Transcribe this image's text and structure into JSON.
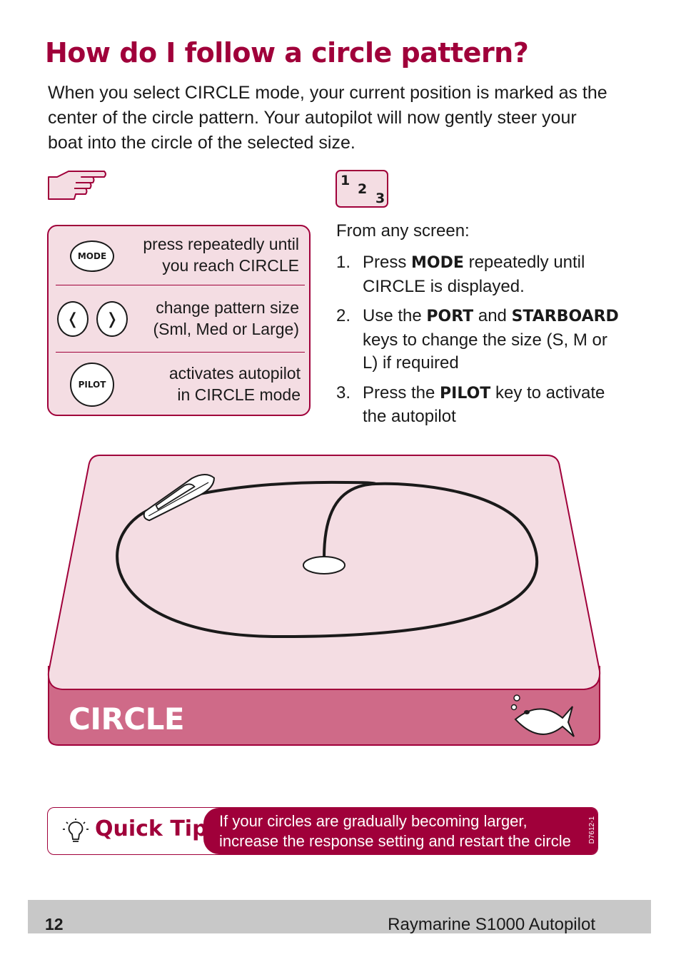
{
  "page": {
    "title": "How do I follow a circle pattern?",
    "intro": "When you select CIRCLE mode, your current position is marked as the center of the circle pattern. Your autopilot will now gently steer your boat into the circle of the selected size."
  },
  "icons": {
    "hand": "pointing-hand-icon",
    "steps": "numbered-steps-icon"
  },
  "steps_icon_digits": [
    "1",
    "2",
    "3"
  ],
  "key_panel": {
    "rows": [
      {
        "key": "MODE",
        "desc_line1": "press repeatedly until",
        "desc_line2": "you reach CIRCLE"
      },
      {
        "key_left": "❬",
        "key_right": "❭",
        "desc_line1": "change pattern size",
        "desc_line2": "(Sml, Med or Large)"
      },
      {
        "key": "PILOT",
        "desc_line1": "activates autopilot",
        "desc_line2": "in CIRCLE mode"
      }
    ]
  },
  "instructions": {
    "intro": "From any screen:",
    "steps": [
      {
        "num": "1.",
        "pre": "Press ",
        "key": "MODE",
        "post": " repeatedly until CIRCLE is displayed."
      },
      {
        "num": "2.",
        "pre": "Use the ",
        "key": "PORT",
        "mid": " and ",
        "key2": "STARBOARD",
        "post": " keys to change the size (S, M or L) if required"
      },
      {
        "num": "3.",
        "pre": "Press the ",
        "key": "PILOT",
        "post": " key to activate the autopilot"
      }
    ]
  },
  "diagram": {
    "label": "CIRCLE",
    "icons": [
      "boat-icon",
      "fish-icon",
      "center-marker-icon"
    ]
  },
  "tip": {
    "title": "Quick Tip",
    "text": "If your circles are gradually becoming larger, increase the response setting and restart the circle pattern.",
    "code": "D7612-1",
    "icon": "lightbulb-icon"
  },
  "footer": {
    "page_number": "12",
    "manual_title": "Raymarine S1000 Autopilot"
  },
  "colors": {
    "accent": "#a0003a",
    "panel_fill": "#f4dde3",
    "diagram_front": "#cf6a88",
    "footer_bar": "#c8c8c8"
  }
}
